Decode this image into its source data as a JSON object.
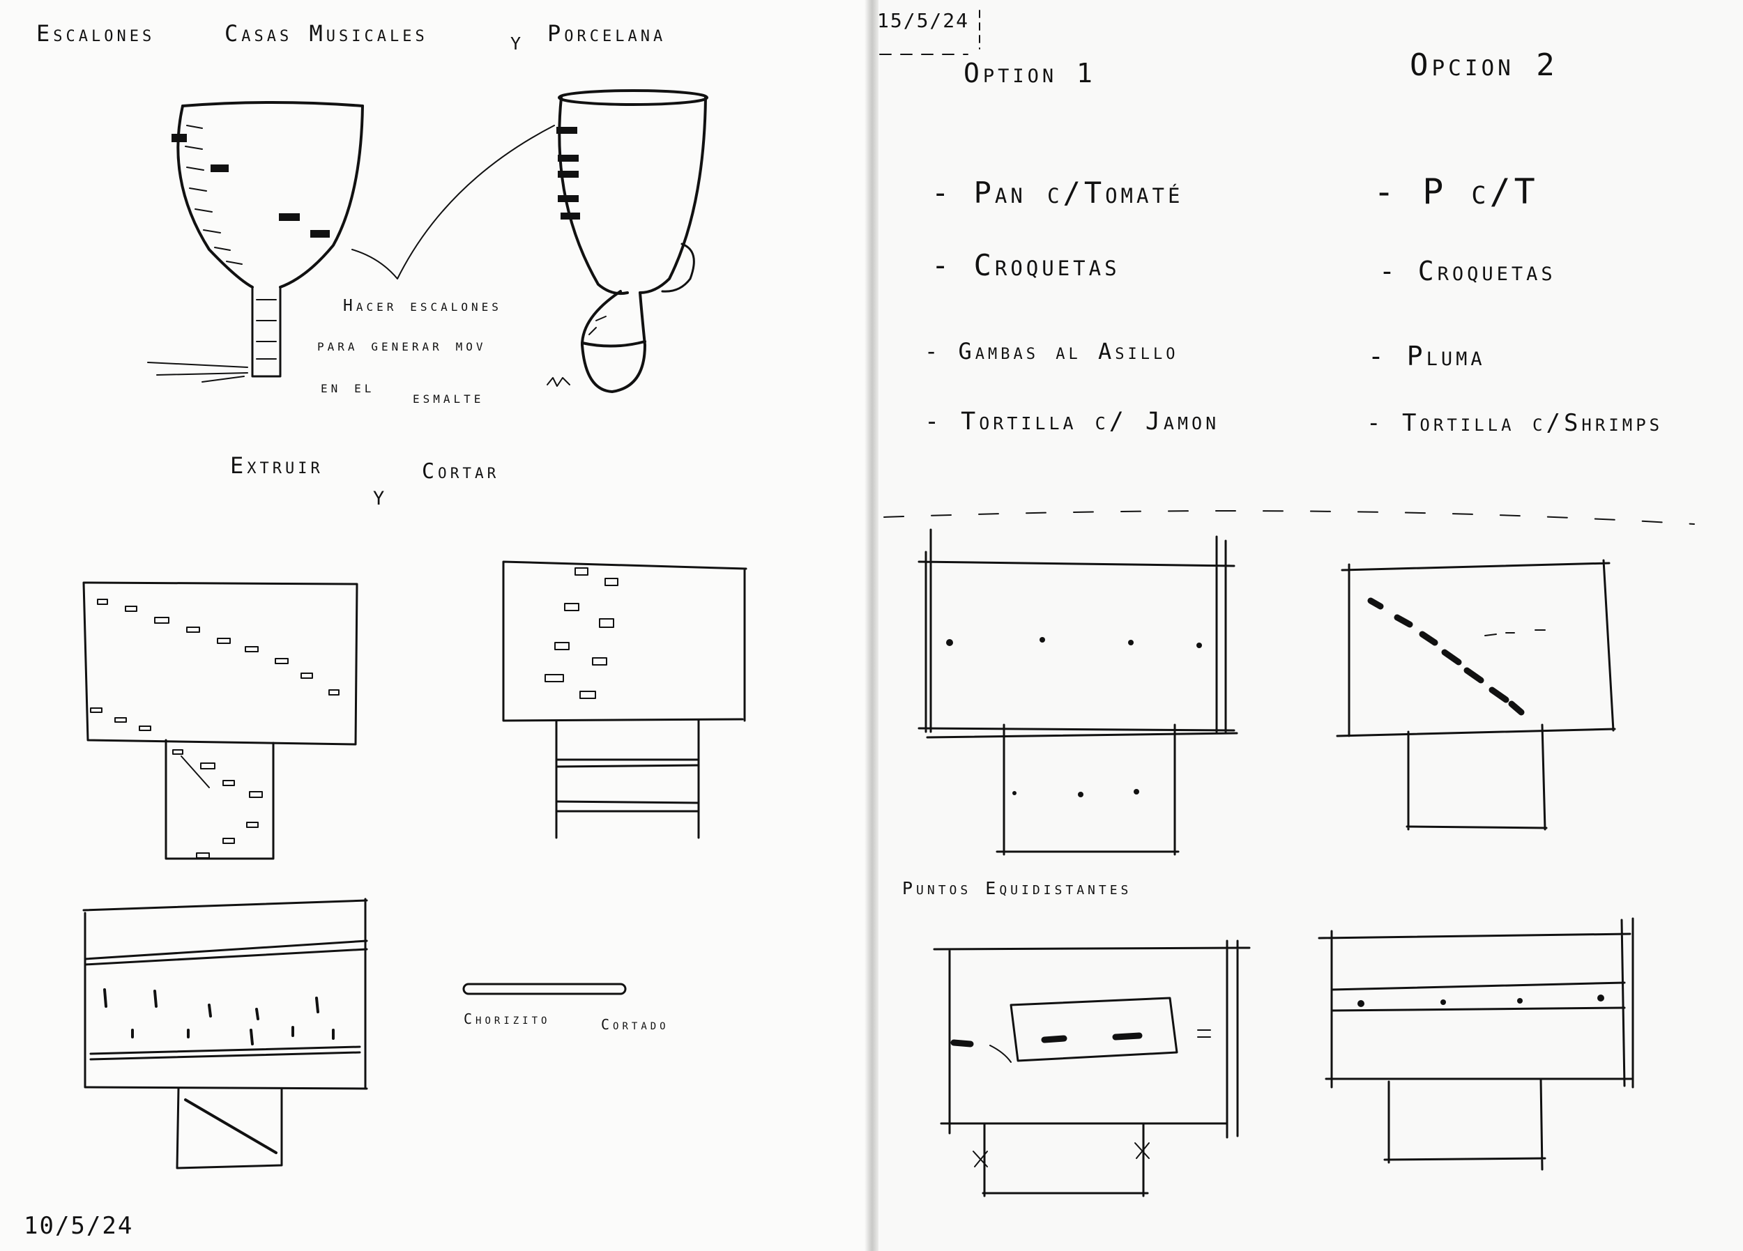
{
  "left_page": {
    "title": {
      "w1": "Escalones",
      "w2": "Casas Musicales",
      "w3": "y",
      "w4": "Porcelana"
    },
    "note_lines": [
      "Hacer escalones",
      "para generar mov",
      "en el",
      "esmalte"
    ],
    "extruir": "Extruir",
    "y": "y",
    "cortar": "Cortar",
    "chorizito": "Chorizito",
    "cortado": "Cortado",
    "date": "10/5/24"
  },
  "right_page": {
    "date": "15/5/24",
    "option1": {
      "heading": "Option 1",
      "items": [
        "Pan c/Tomaté",
        "Croquetas",
        "Gambas al Asillo",
        "Tortilla c/ Jamon"
      ]
    },
    "option2": {
      "heading": "Opcion 2",
      "items": [
        "P c/T",
        "Croquetas",
        "Pluma",
        "Tortilla c/Shrimps"
      ]
    },
    "puntos_label": "Puntos Equidistantes"
  }
}
